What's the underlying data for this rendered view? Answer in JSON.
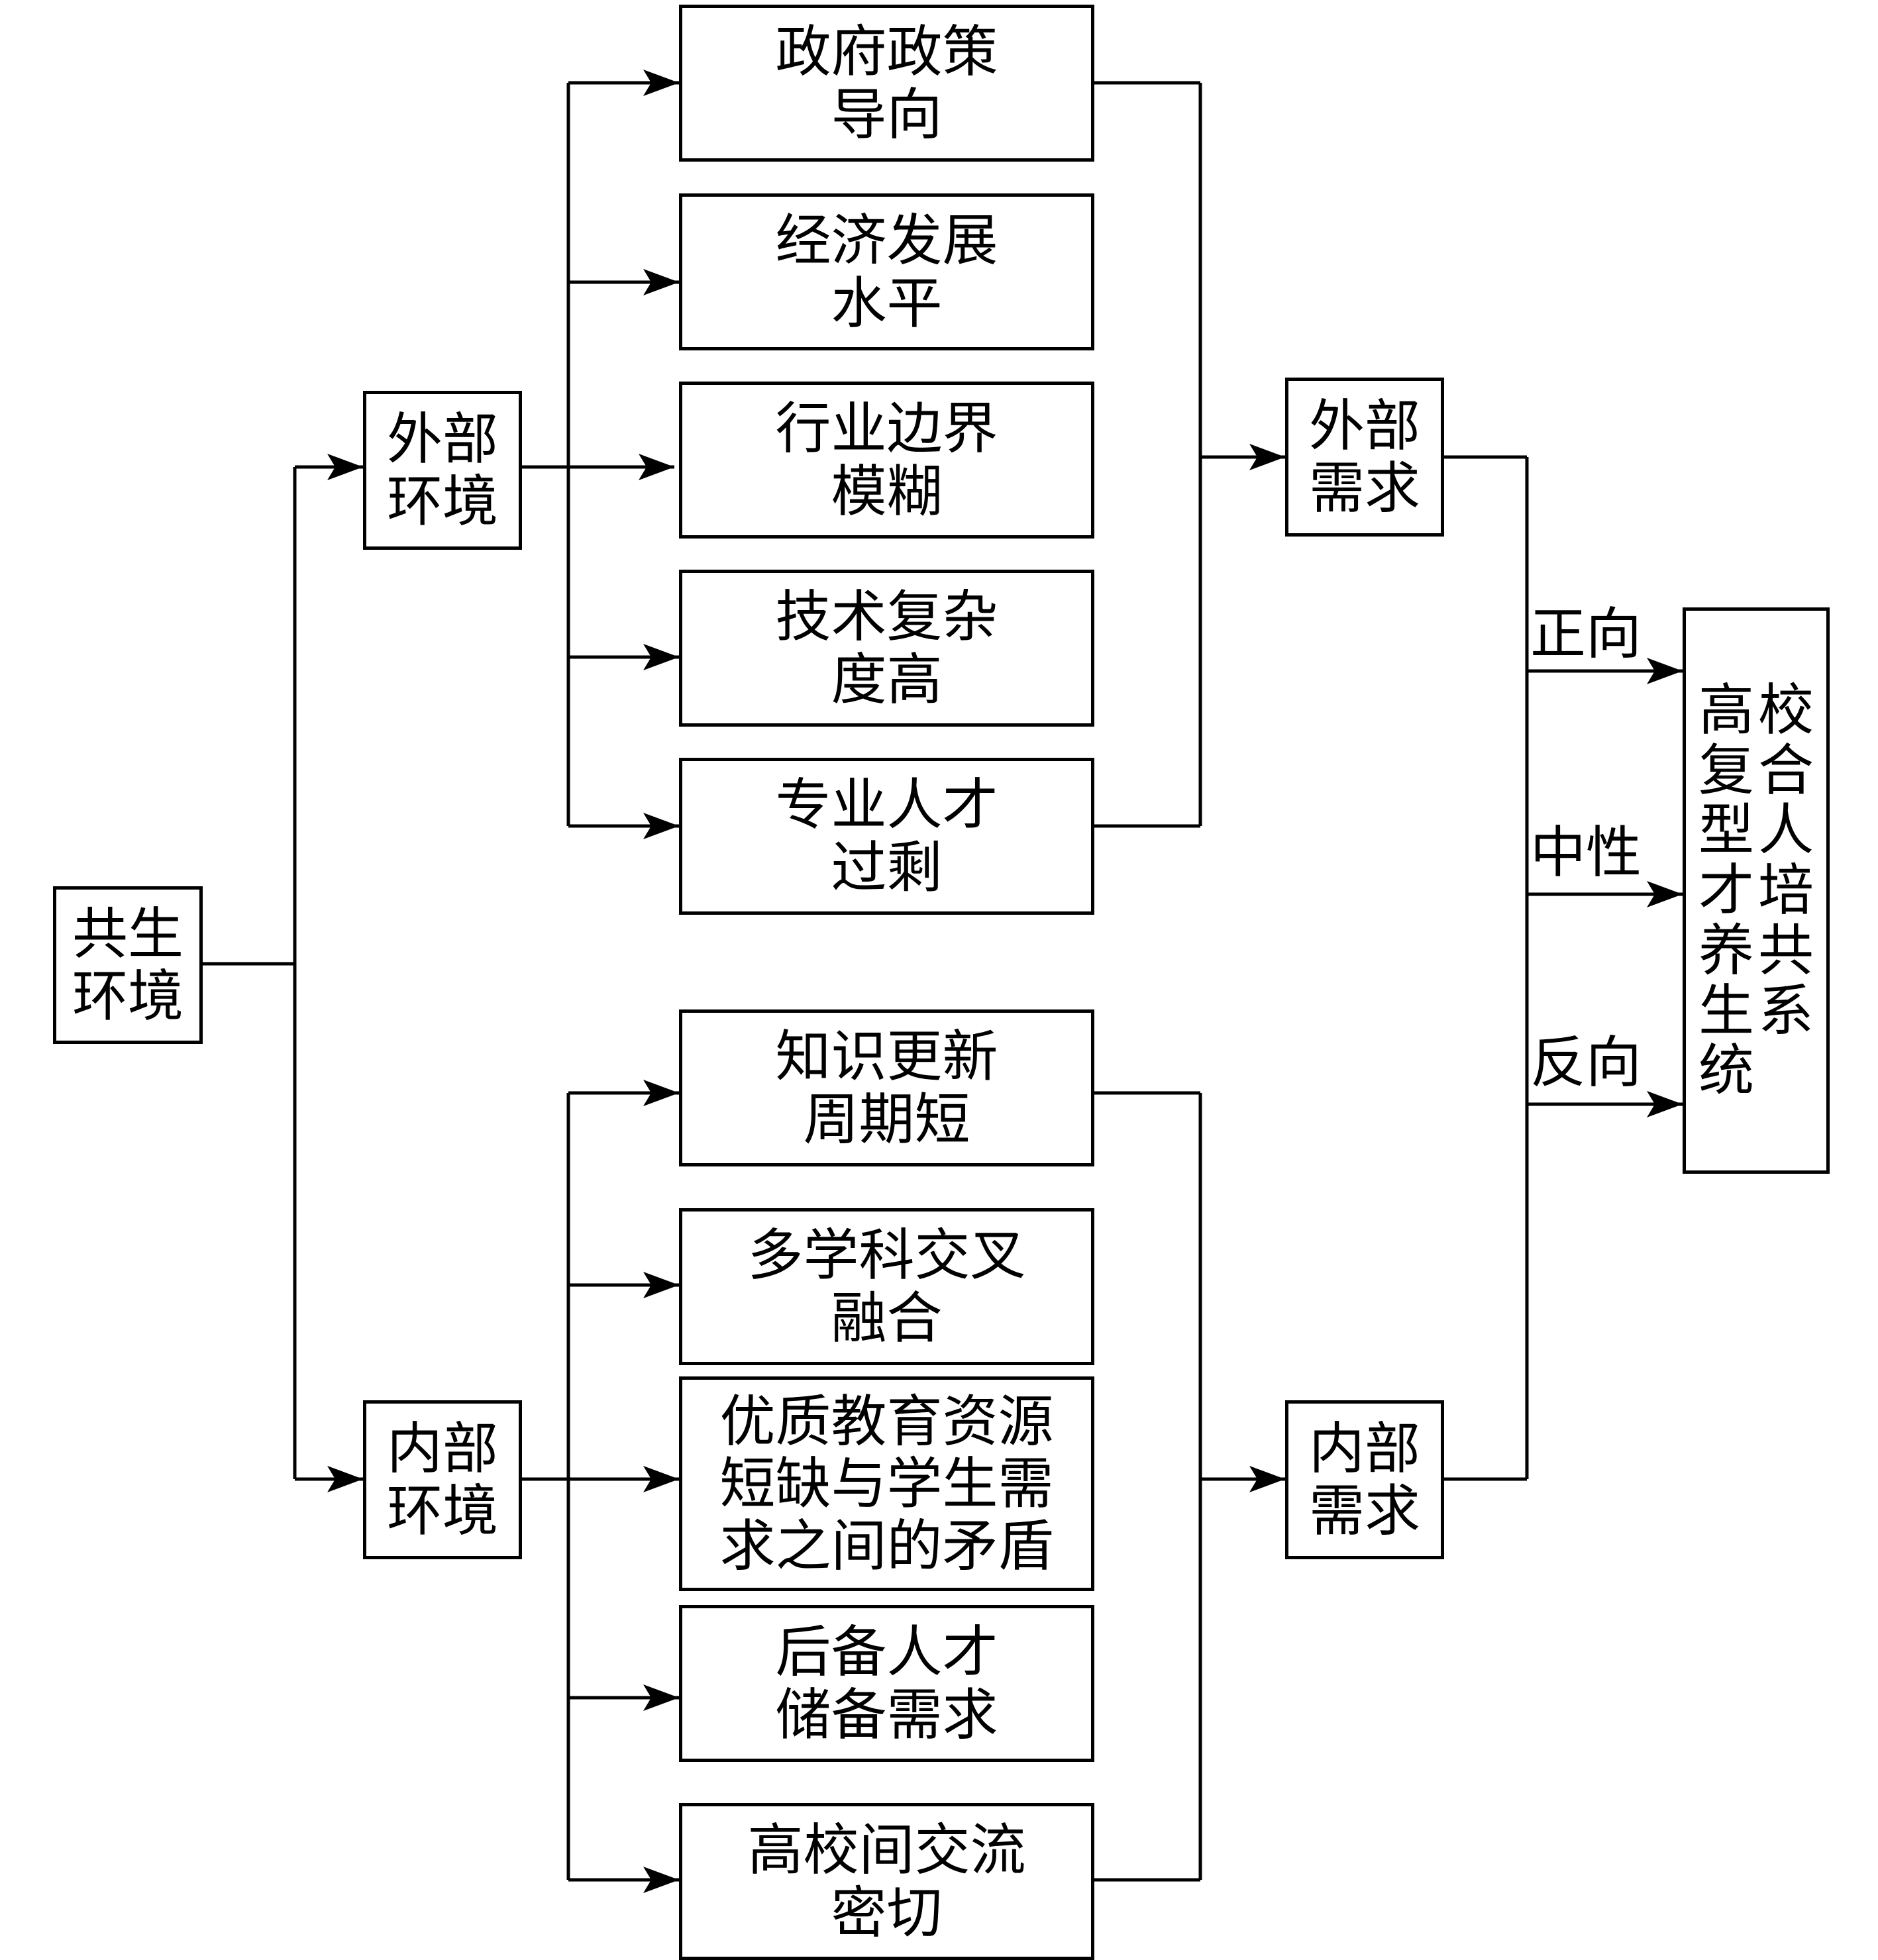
{
  "nodes": {
    "symbiotic_env": [
      "共生",
      "环境"
    ],
    "external_env": [
      "外部",
      "环境"
    ],
    "internal_env": [
      "内部",
      "环境"
    ],
    "external_factors": [
      [
        "政府政策",
        "导向"
      ],
      [
        "经济发展",
        "水平"
      ],
      [
        "行业边界",
        "模糊"
      ],
      [
        "技术复杂",
        "度高"
      ],
      [
        "专业人才",
        "过剩"
      ]
    ],
    "internal_factors": [
      [
        "知识更新",
        "周期短"
      ],
      [
        "多学科交叉",
        "融合"
      ],
      [
        "优质教育资源",
        "短缺与学生需",
        "求之间的矛盾"
      ],
      [
        "后备人才",
        "储备需求"
      ],
      [
        "高校间交流",
        "密切"
      ]
    ],
    "external_demand": [
      "外部",
      "需求"
    ],
    "internal_demand": [
      "内部",
      "需求"
    ],
    "result": {
      "left_column": [
        "高",
        "复",
        "型",
        "才",
        "养",
        "生",
        "统"
      ],
      "right_column": [
        "校",
        "合",
        "人",
        "培",
        "共",
        "系"
      ]
    }
  },
  "edge_labels": {
    "positive": "正向",
    "neutral": "中性",
    "negative": "反向"
  }
}
